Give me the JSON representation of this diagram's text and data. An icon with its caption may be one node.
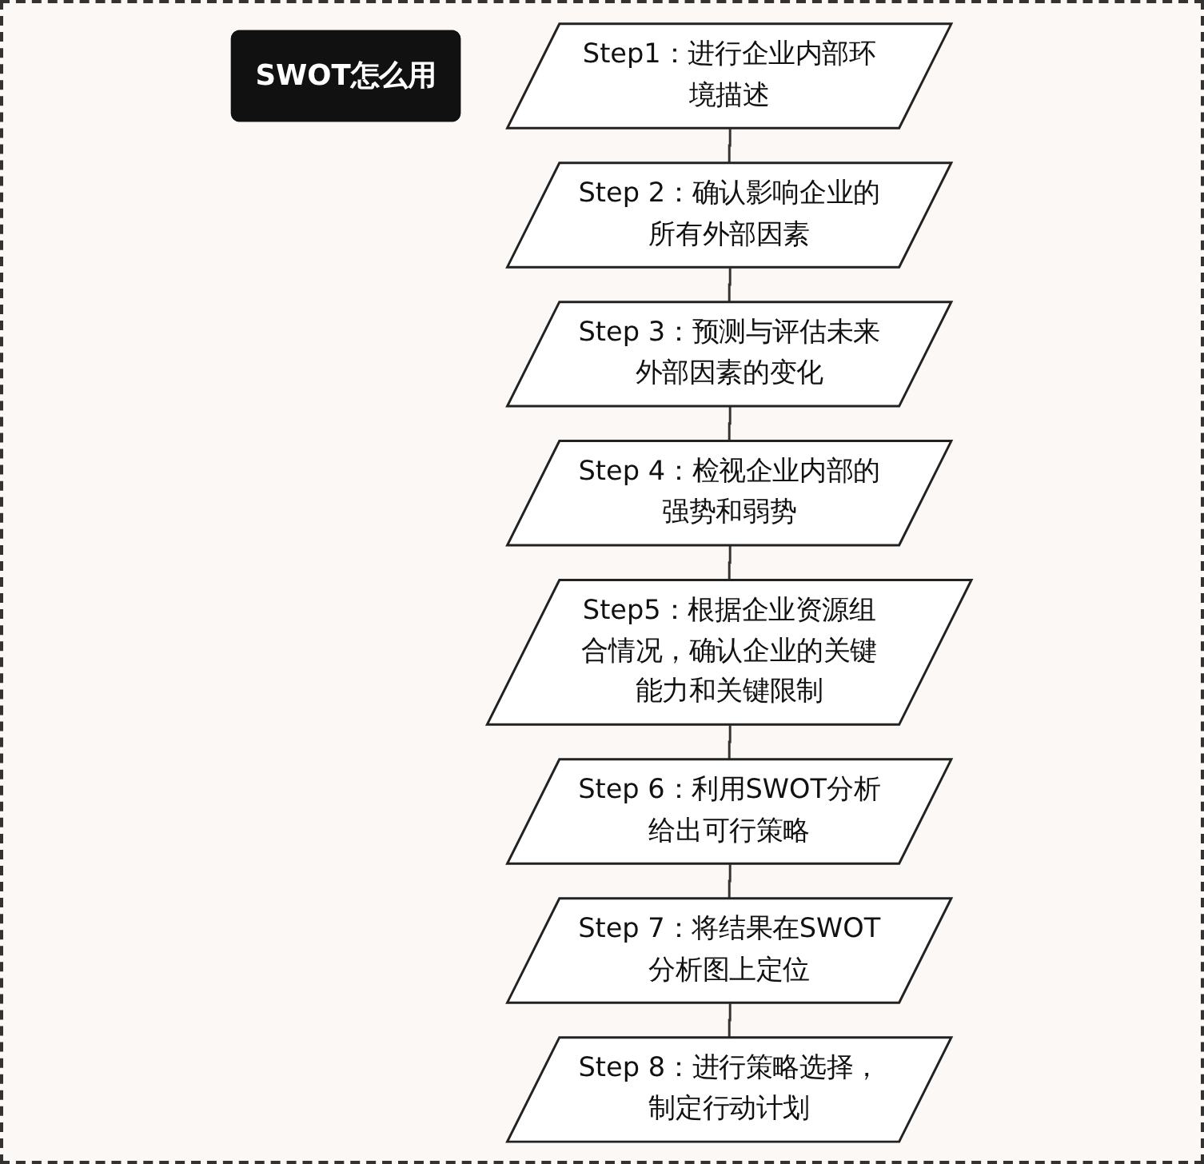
{
  "diagram": {
    "nodes": [
      {
        "text": [
          "SWOT怎么用"
        ]
      },
      {
        "text": [
          "Step1：进行企业内部环境描述"
        ]
      },
      {
        "text": [
          "Step 2：确认影响企业的所有外部因素"
        ]
      },
      {
        "text": [
          "Step 3：预测与评估未来外部因素的变化"
        ]
      },
      {
        "text": [
          "Step 4：检视企业内部的强势和弱势"
        ]
      },
      {
        "text": [
          "Step5：根据企业资源组合情况，确认企业的关键能力和关键限制"
        ]
      },
      {
        "text": [
          "Step 6：利用SWOT分析给出可行策略"
        ]
      },
      {
        "text": [
          "Step 7：将结果在SWOT分析图上定位"
        ]
      },
      {
        "text": [
          "Step 8：进行策略选择，制定行动计划"
        ]
      }
    ],
    "edges": [
      {
        "from": 1,
        "to": 2,
        "arrow": "none"
      },
      {
        "from": 2,
        "to": 3,
        "arrow": "none"
      },
      {
        "from": 3,
        "to": 4,
        "arrow": "none"
      },
      {
        "from": 4,
        "to": 5,
        "arrow": "none"
      },
      {
        "from": 5,
        "to": 6,
        "arrow": "none"
      },
      {
        "from": 6,
        "to": 7,
        "arrow": "none"
      },
      {
        "from": 7,
        "to": 8,
        "arrow": "none"
      }
    ]
  }
}
